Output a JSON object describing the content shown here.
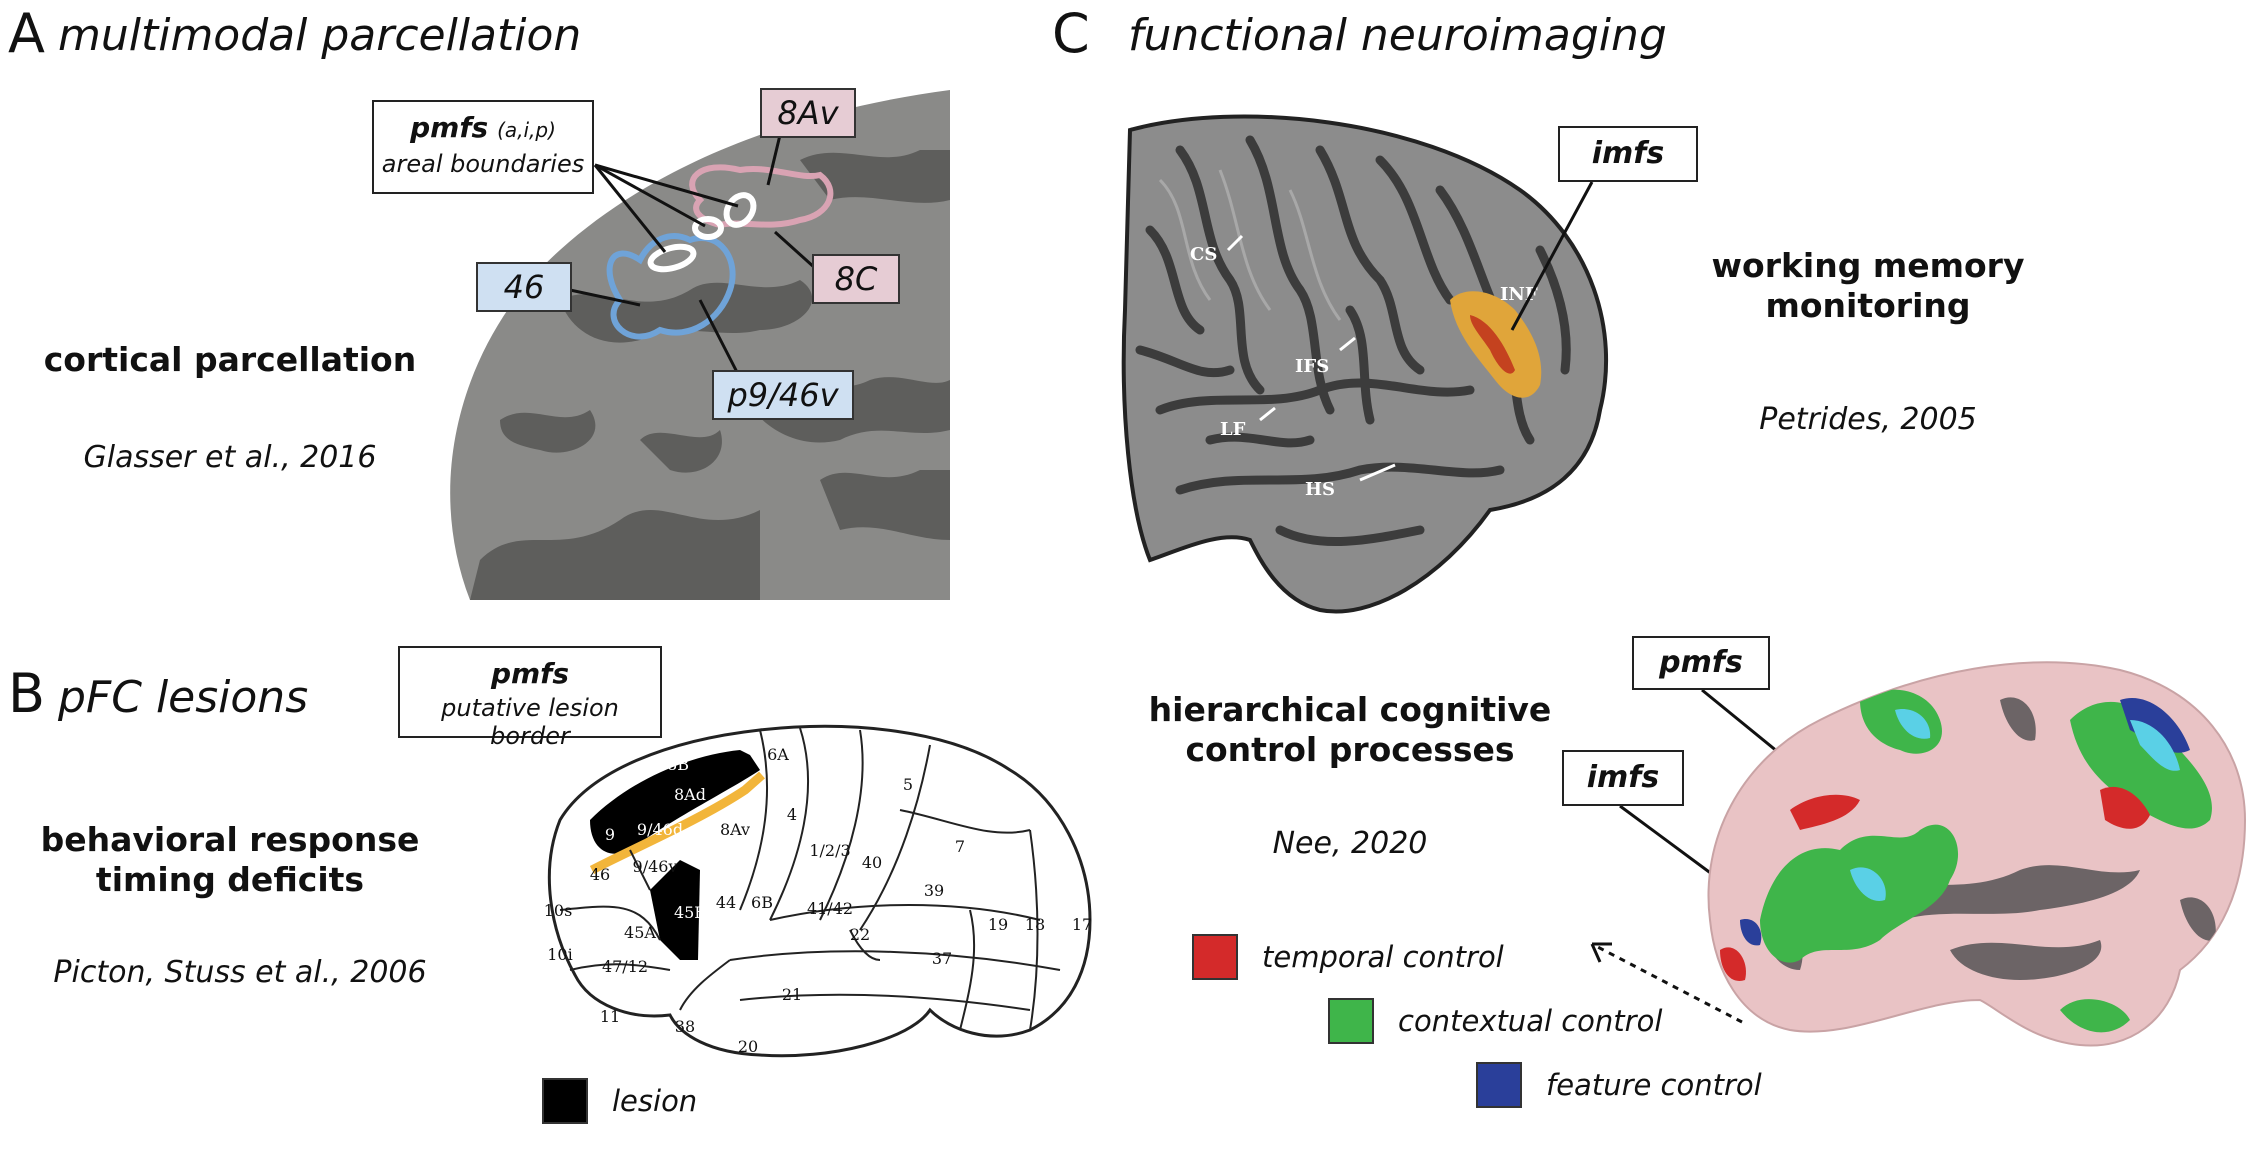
{
  "colors": {
    "blue_roi": "#6fa3d8",
    "pink_roi": "#d9a3b3",
    "lesion_border": "#f2b53a",
    "temporal": "#d42a2a",
    "contextual": "#3fb54a",
    "feature": "#2a3f9a"
  },
  "panelA": {
    "letter": "A",
    "title": "multimodal parcellation",
    "heading": "cortical parcellation",
    "citation": "Glasser et al., 2016",
    "pmfs_box": {
      "name": "pmfs",
      "sub": "(a,i,p)",
      "line2": "areal boundaries"
    },
    "labels": {
      "a8Av": "8Av",
      "a8C": "8C",
      "a46": "46",
      "p946v": "p9/46v"
    }
  },
  "panelB": {
    "letter": "B",
    "title": "pFC lesions",
    "heading_line1": "behavioral response",
    "heading_line2": "timing deficits",
    "citation": "Picton, Stuss et al., 2006",
    "pmfs_box": {
      "name": "pmfs",
      "line2": "putative lesion border"
    },
    "legend_lesion": "lesion",
    "areas": [
      "8B",
      "8Ad",
      "6A",
      "9",
      "9/46d",
      "8Av",
      "46",
      "9/46v",
      "4",
      "1/2/3",
      "5",
      "7",
      "10s",
      "45A",
      "45B",
      "44",
      "6B",
      "40",
      "41/42",
      "39",
      "22",
      "19",
      "18",
      "17",
      "10i",
      "47/12",
      "21",
      "37",
      "11",
      "38",
      "20"
    ]
  },
  "panelC": {
    "letter": "C",
    "title": "functional neuroimaging",
    "imfs_box": "imfs",
    "heading1_line1": "working memory",
    "heading1_line2": "monitoring",
    "citation1": "Petrides, 2005",
    "sulci": {
      "cs": "CS",
      "inf": "INF",
      "ifs": "IFS",
      "lf": "LF",
      "hs": "HS"
    },
    "heading2_line1": "hierarchical cognitive",
    "heading2_line2": "control processes",
    "citation2": "Nee, 2020",
    "pmfs_box": "pmfs",
    "imfs_box2": "imfs",
    "legend": [
      {
        "label": "temporal control"
      },
      {
        "label": "contextual control"
      },
      {
        "label": "feature control"
      }
    ]
  }
}
